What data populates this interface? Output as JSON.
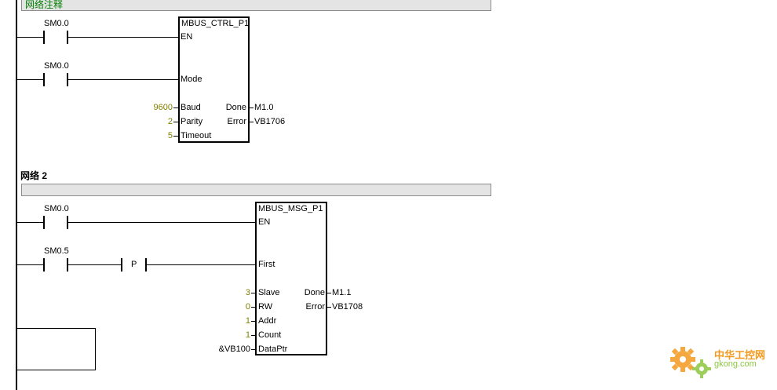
{
  "network1": {
    "comment": "网络注释",
    "contact1": "SM0.0",
    "contact2": "SM0.0",
    "block": {
      "title": "MBUS_CTRL_P1",
      "pins_in": [
        "EN",
        "Mode",
        "Baud",
        "Parity",
        "Timeout"
      ],
      "pins_out": [
        "Done",
        "Error"
      ],
      "const_baud": "9600",
      "const_parity": "2",
      "const_timeout": "5",
      "out_done": "M1.0",
      "out_error": "VB1706"
    }
  },
  "network2": {
    "title": "网络 2",
    "contact1": "SM0.0",
    "contact2": "SM0.5",
    "p_contact": "P",
    "block": {
      "title": "MBUS_MSG_P1",
      "pins_in": [
        "EN",
        "First",
        "Slave",
        "RW",
        "Addr",
        "Count",
        "DataPtr"
      ],
      "pins_out": [
        "Done",
        "Error"
      ],
      "const_slave": "3",
      "const_rw": "0",
      "const_addr": "1",
      "const_count": "1",
      "const_dataptr": "&VB100",
      "out_done": "M1.1",
      "out_error": "VB1708"
    }
  },
  "watermark": {
    "name": "中华工控网",
    "url": "gkong.com"
  },
  "colors": {
    "comment_text": "#007f00",
    "constant_text": "#7f7f00",
    "bar_fill": "#e4e4e4",
    "watermark_orange": "#f39a1e",
    "watermark_green": "#8dc63f"
  }
}
